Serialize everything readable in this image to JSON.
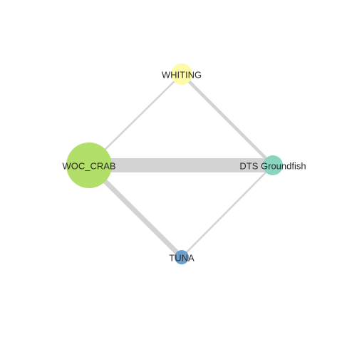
{
  "network": {
    "nodes": [
      {
        "id": "WHITING",
        "label": "WHITING",
        "color": "#fdfba8"
      },
      {
        "id": "WOC_CRAB",
        "label": "WOC_CRAB",
        "color": "#b2de6a"
      },
      {
        "id": "DTS Groundfish",
        "label": "DTS Groundfish",
        "color": "#89d5c1"
      },
      {
        "id": "TUNA",
        "label": "TUNA",
        "color": "#6a9fce"
      }
    ],
    "edges": [
      {
        "source": "WHITING",
        "target": "WOC_CRAB"
      },
      {
        "source": "WHITING",
        "target": "DTS Groundfish"
      },
      {
        "source": "WOC_CRAB",
        "target": "DTS Groundfish"
      },
      {
        "source": "WOC_CRAB",
        "target": "TUNA"
      },
      {
        "source": "DTS Groundfish",
        "target": "TUNA"
      }
    ],
    "edge_color": "#d3d3d3"
  }
}
